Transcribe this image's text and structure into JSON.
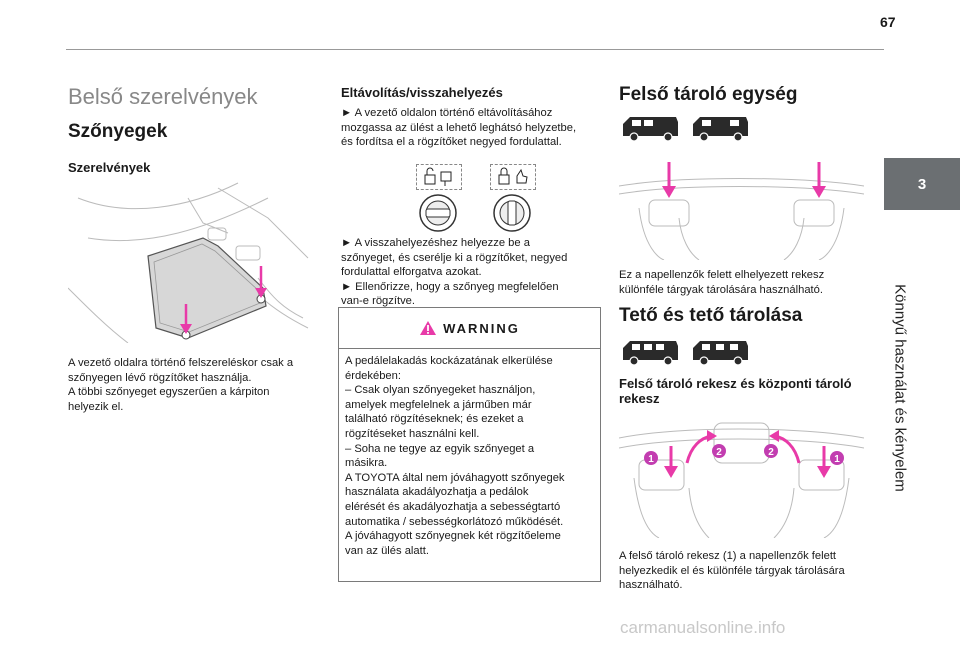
{
  "page_number": "67",
  "side_tab": {
    "number": "3",
    "label": "Könnyű használat és kényelem"
  },
  "left": {
    "title": "Belső szerelvények",
    "subtitle": "Szőnyegek",
    "section": "Szerelvények",
    "caption": [
      "A vezető oldalra történő felszereléskor csak a",
      "szőnyegen lévő rögzítőket használja.",
      "A többi szőnyeget egyszerűen a kárpiton",
      "helyezik el."
    ]
  },
  "middle": {
    "heading": "Eltávolítás/visszahelyezés",
    "para1": [
      "► A vezető oldalon történő eltávolításához",
      "mozgassa az ülést a lehető leghátsó helyzetbe,",
      "és fordítsa el a rögzítőket negyed fordulattal."
    ],
    "para2": [
      "► A visszahelyezéshez helyezze be a",
      "szőnyeget, és cserélje ki a rögzítőket, negyed",
      "fordulattal elforgatva azokat.",
      "► Ellenőrizze, hogy a szőnyeg megfelelően",
      "van-e rögzítve."
    ],
    "warning_title": "WARNING",
    "warning_lines": [
      "A pedálelakadás kockázatának elkerülése",
      "érdekében:",
      "– Csak olyan szőnyegeket használjon,",
      "amelyek megfelelnek a járműben már",
      "található rögzítéseknek; és ezeket a",
      "rögzítéseket használni kell.",
      "– Soha ne tegye az egyik szőnyeget a",
      "másikra.",
      "A TOYOTA által nem jóváhagyott szőnyegek",
      "használata akadályozhatja a pedálok",
      "elérését és akadályozhatja a sebességtartó",
      "automatika / sebességkorlátozó működését.",
      "A jóváhagyott szőnyegnek két rögzítőeleme",
      "van az ülés alatt."
    ]
  },
  "right": {
    "heading1": "Felső tároló egység",
    "caption1": [
      "Ez a napellenzők felett elhelyezett rekesz",
      "különféle tárgyak tárolására használható."
    ],
    "heading2": "Tető és tető tárolása",
    "subheading": [
      "Felső tároló rekesz és központi tároló",
      "rekesz"
    ],
    "caption2": [
      "A felső tároló rekesz (1) a napellenzők felett",
      "helyezkedik el és különféle tárgyak tárolására",
      "használható."
    ],
    "callout_1": "1",
    "callout_2": "2"
  },
  "footer_watermark": "carmanualsonline.info",
  "colors": {
    "accent": "#e83aa8",
    "callout": "#c23db0",
    "tab": "#6b6f72"
  }
}
